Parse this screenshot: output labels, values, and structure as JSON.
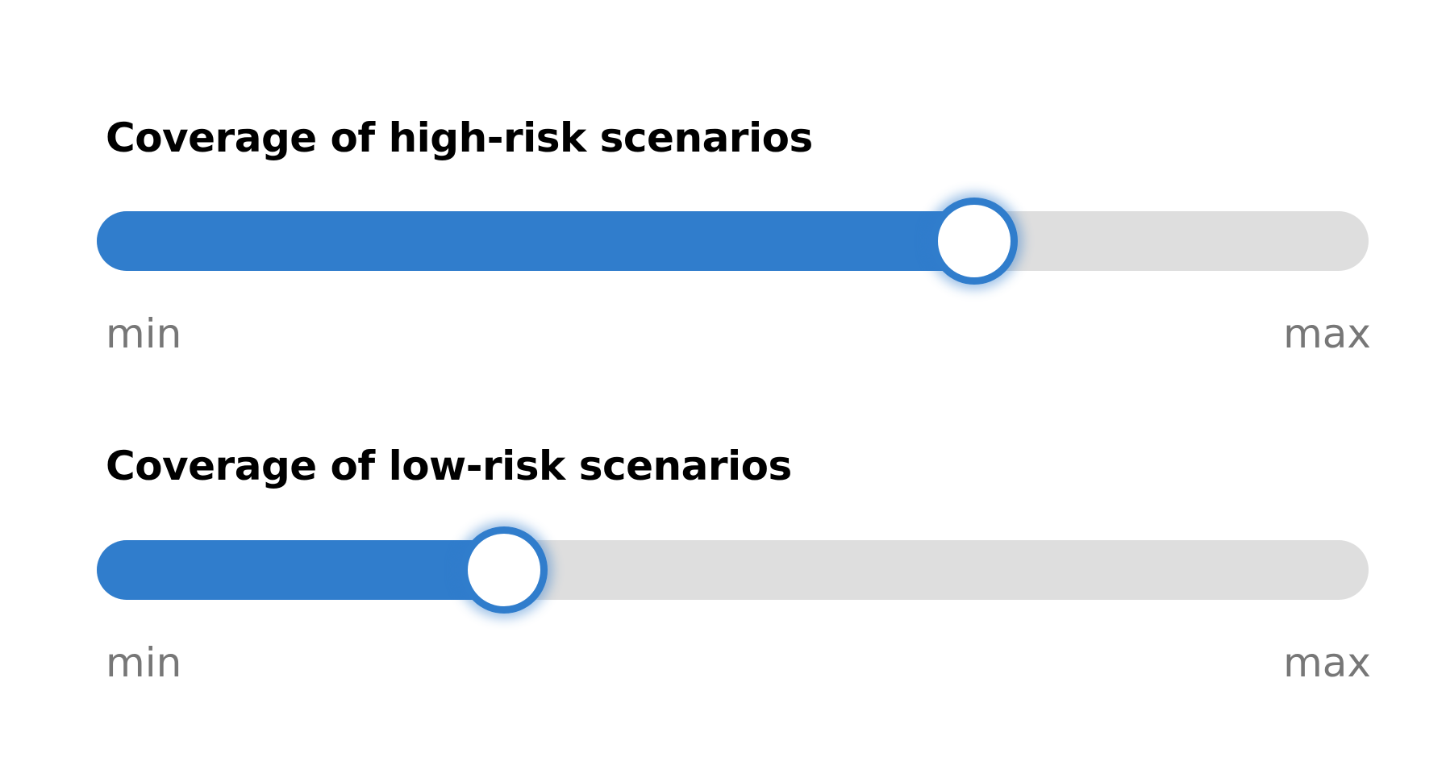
{
  "sliders": [
    {
      "title": "Coverage of high-risk scenarios",
      "min_label": "min",
      "max_label": "max",
      "value_fraction": 0.69
    },
    {
      "title": "Coverage of low-risk scenarios",
      "min_label": "min",
      "max_label": "max",
      "value_fraction": 0.32
    }
  ],
  "colors": {
    "accent": "#307dcc",
    "track": "#dedede",
    "range_label": "#777777"
  }
}
